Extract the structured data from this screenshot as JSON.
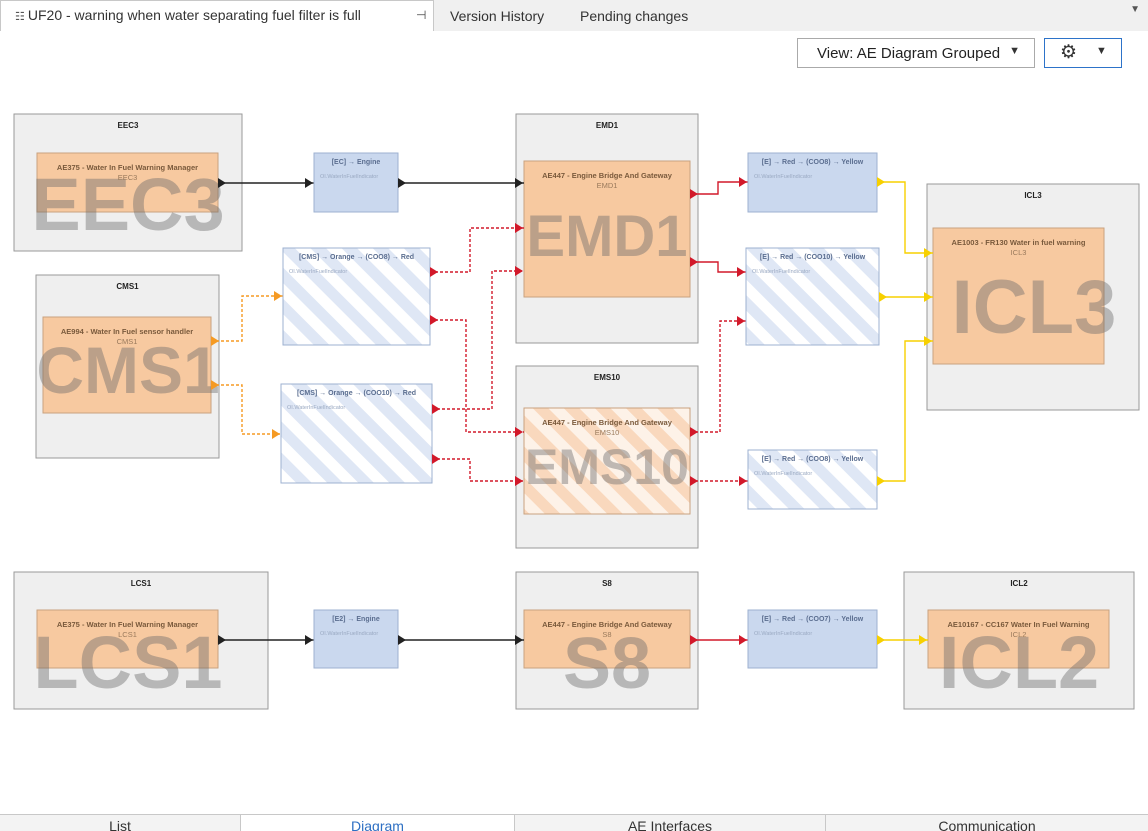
{
  "tabs": {
    "main_title": "UF20 - warning when water separating fuel filter is full",
    "version_history": "Version History",
    "pending_changes": "Pending changes"
  },
  "toolbar": {
    "view_label": "View: AE Diagram Grouped"
  },
  "colors": {
    "ecu_bg": "#efefef",
    "ae_fill": "#f7c9a0",
    "signal_fill": "#cad8ee",
    "black_line": "#222222",
    "red_line": "#d2192a",
    "orange_line": "#f59a23",
    "yellow_line": "#f7d000"
  },
  "ecus": [
    {
      "id": "EEC3",
      "title": "EEC3",
      "watermark": "EEC3",
      "ae": {
        "label": "AE375 - Water In Fuel Warning Manager",
        "sub": "EEC3",
        "hatched": false
      }
    },
    {
      "id": "CMS1",
      "title": "CMS1",
      "watermark": "CMS1",
      "ae": {
        "label": "AE994 - Water In Fuel sensor handler",
        "sub": "CMS1",
        "hatched": false
      }
    },
    {
      "id": "EMD1",
      "title": "EMD1",
      "watermark": "EMD1",
      "ae": {
        "label": "AE447 - Engine Bridge And Gateway",
        "sub": "EMD1",
        "hatched": false
      }
    },
    {
      "id": "EMS10",
      "title": "EMS10",
      "watermark": "EMS10",
      "ae": {
        "label": "AE447 - Engine Bridge And Gateway",
        "sub": "EMS10",
        "hatched": true
      }
    },
    {
      "id": "ICL3",
      "title": "ICL3",
      "watermark": "ICL3",
      "ae": {
        "label": "AE1003 - FR130 Water in fuel warning",
        "sub": "ICL3",
        "hatched": false
      }
    },
    {
      "id": "LCS1",
      "title": "LCS1",
      "watermark": "LCS1",
      "ae": {
        "label": "AE375 - Water In Fuel Warning Manager",
        "sub": "LCS1",
        "hatched": false
      }
    },
    {
      "id": "S8",
      "title": "S8",
      "watermark": "S8",
      "ae": {
        "label": "AE447 - Engine Bridge And Gateway",
        "sub": "S8",
        "hatched": false
      }
    },
    {
      "id": "ICL2",
      "title": "ICL2",
      "watermark": "ICL2",
      "ae": {
        "label": "AE10167 - CC167 Water In Fuel Warning",
        "sub": "ICL2",
        "hatched": false
      }
    }
  ],
  "signals": [
    {
      "id": "s1",
      "label": "[EC] → Engine",
      "sub": "OI.WaterInFuelIndicator",
      "hatched": false
    },
    {
      "id": "s2",
      "label": "[CMS] → Orange → (COO8) → Red",
      "sub": "OI.WaterInFuelIndicator",
      "hatched": true
    },
    {
      "id": "s3",
      "label": "[CMS] → Orange → (COO10) → Red",
      "sub": "OI.WaterInFuelIndicator",
      "hatched": true
    },
    {
      "id": "s4",
      "label": "[E] → Red → (COO8) → Yellow",
      "sub": "OI.WaterInFuelIndicator",
      "hatched": false
    },
    {
      "id": "s5",
      "label": "[E] → Red → (COO10) → Yellow",
      "sub": "OI.WaterInFuelIndicator",
      "hatched": true
    },
    {
      "id": "s6",
      "label": "[E] → Red → (COO8) → Yellow",
      "sub": "OI.WaterInFuelIndicator",
      "hatched": true
    },
    {
      "id": "s7",
      "label": "[E2] → Engine",
      "sub": "OI.WaterInFuelIndicator",
      "hatched": false
    },
    {
      "id": "s8",
      "label": "[E] → Red → (COO7) → Yellow",
      "sub": "OI.WaterInFuelIndicator",
      "hatched": false
    }
  ],
  "bottom_tabs": {
    "list": "List",
    "diagram": "Diagram",
    "ae_interfaces": "AE Interfaces",
    "communication": "Communication"
  }
}
